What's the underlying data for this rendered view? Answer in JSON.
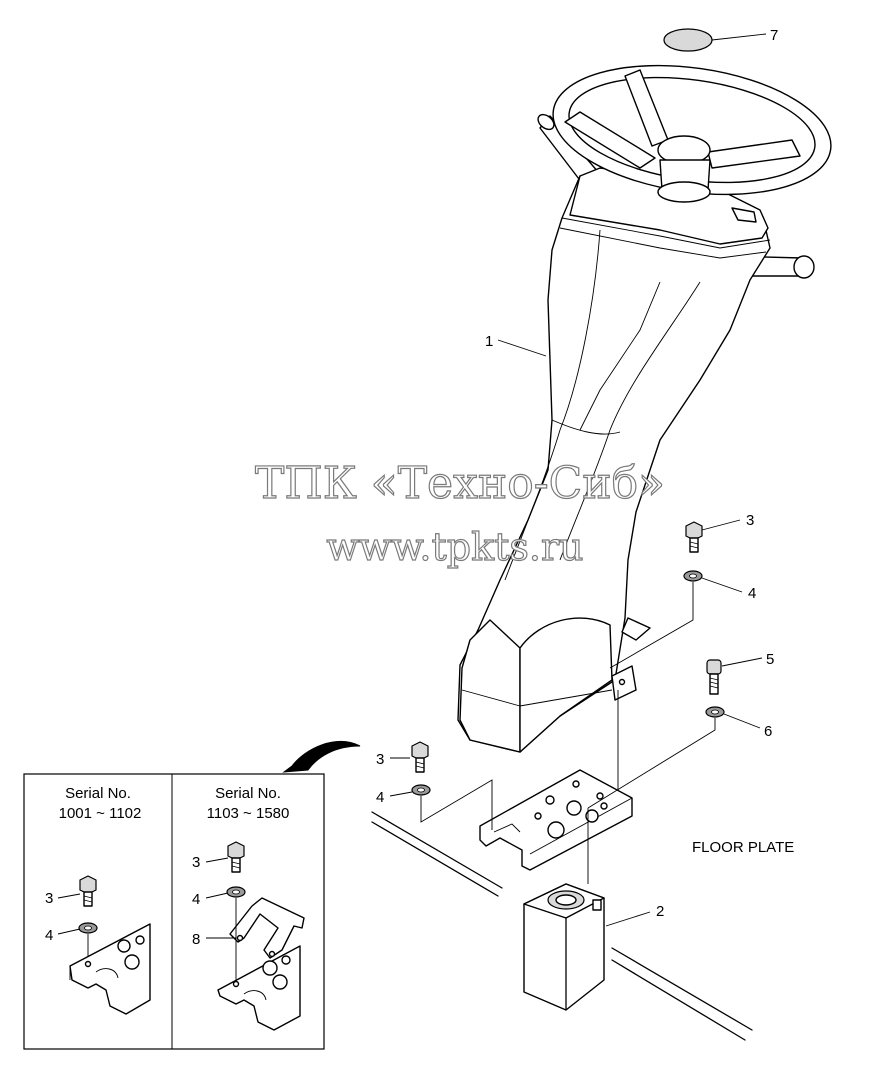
{
  "callouts": {
    "c1": "1",
    "c2": "2",
    "c3a": "3",
    "c3b": "3",
    "c4a": "4",
    "c4b": "4",
    "c5": "5",
    "c6": "6",
    "c7": "7"
  },
  "floor_plate_label": "FLOOR PLATE",
  "inset": {
    "left": {
      "title_line1": "Serial No.",
      "title_line2": "1001 ~ 1102",
      "callouts": [
        "3",
        "4"
      ]
    },
    "right": {
      "title_line1": "Serial No.",
      "title_line2": "1103 ~ 1580",
      "callouts": [
        "3",
        "4",
        "8"
      ]
    }
  },
  "watermark": {
    "line1": "ТПК «Техно-Сиб»",
    "line2": "www.tpkts.ru"
  }
}
